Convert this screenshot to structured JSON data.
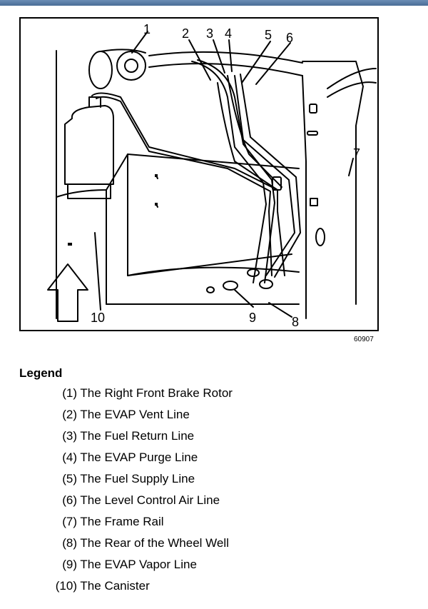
{
  "figure": {
    "id_code": "60907",
    "callouts": [
      "1",
      "2",
      "3",
      "4",
      "5",
      "6",
      "7",
      "8",
      "9",
      "10"
    ]
  },
  "legend": {
    "title": "Legend",
    "items": [
      {
        "num": "(1)",
        "text": "The Right Front Brake Rotor"
      },
      {
        "num": "(2)",
        "text": "The EVAP Vent Line"
      },
      {
        "num": "(3)",
        "text": "The Fuel Return Line"
      },
      {
        "num": "(4)",
        "text": "The EVAP Purge Line"
      },
      {
        "num": "(5)",
        "text": "The Fuel Supply Line"
      },
      {
        "num": "(6)",
        "text": "The Level Control Air Line"
      },
      {
        "num": "(7)",
        "text": "The Frame Rail"
      },
      {
        "num": "(8)",
        "text": "The Rear of the Wheel Well"
      },
      {
        "num": "(9)",
        "text": "The EVAP Vapor Line"
      },
      {
        "num": "(10)",
        "text": "The Canister"
      }
    ]
  }
}
